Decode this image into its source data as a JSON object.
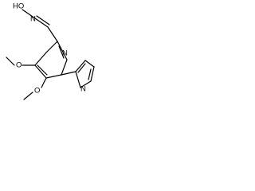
{
  "molecule": {
    "atoms": {
      "oxime_group": "HO",
      "oxime_n": "N",
      "methoxy_top_o": "O",
      "methoxy_top_ch3": "",
      "methoxy_bottom_o": "O",
      "methoxy_bottom_ch3": "",
      "pyridine_n_center": "N",
      "pyridine_n_right": "N"
    }
  }
}
